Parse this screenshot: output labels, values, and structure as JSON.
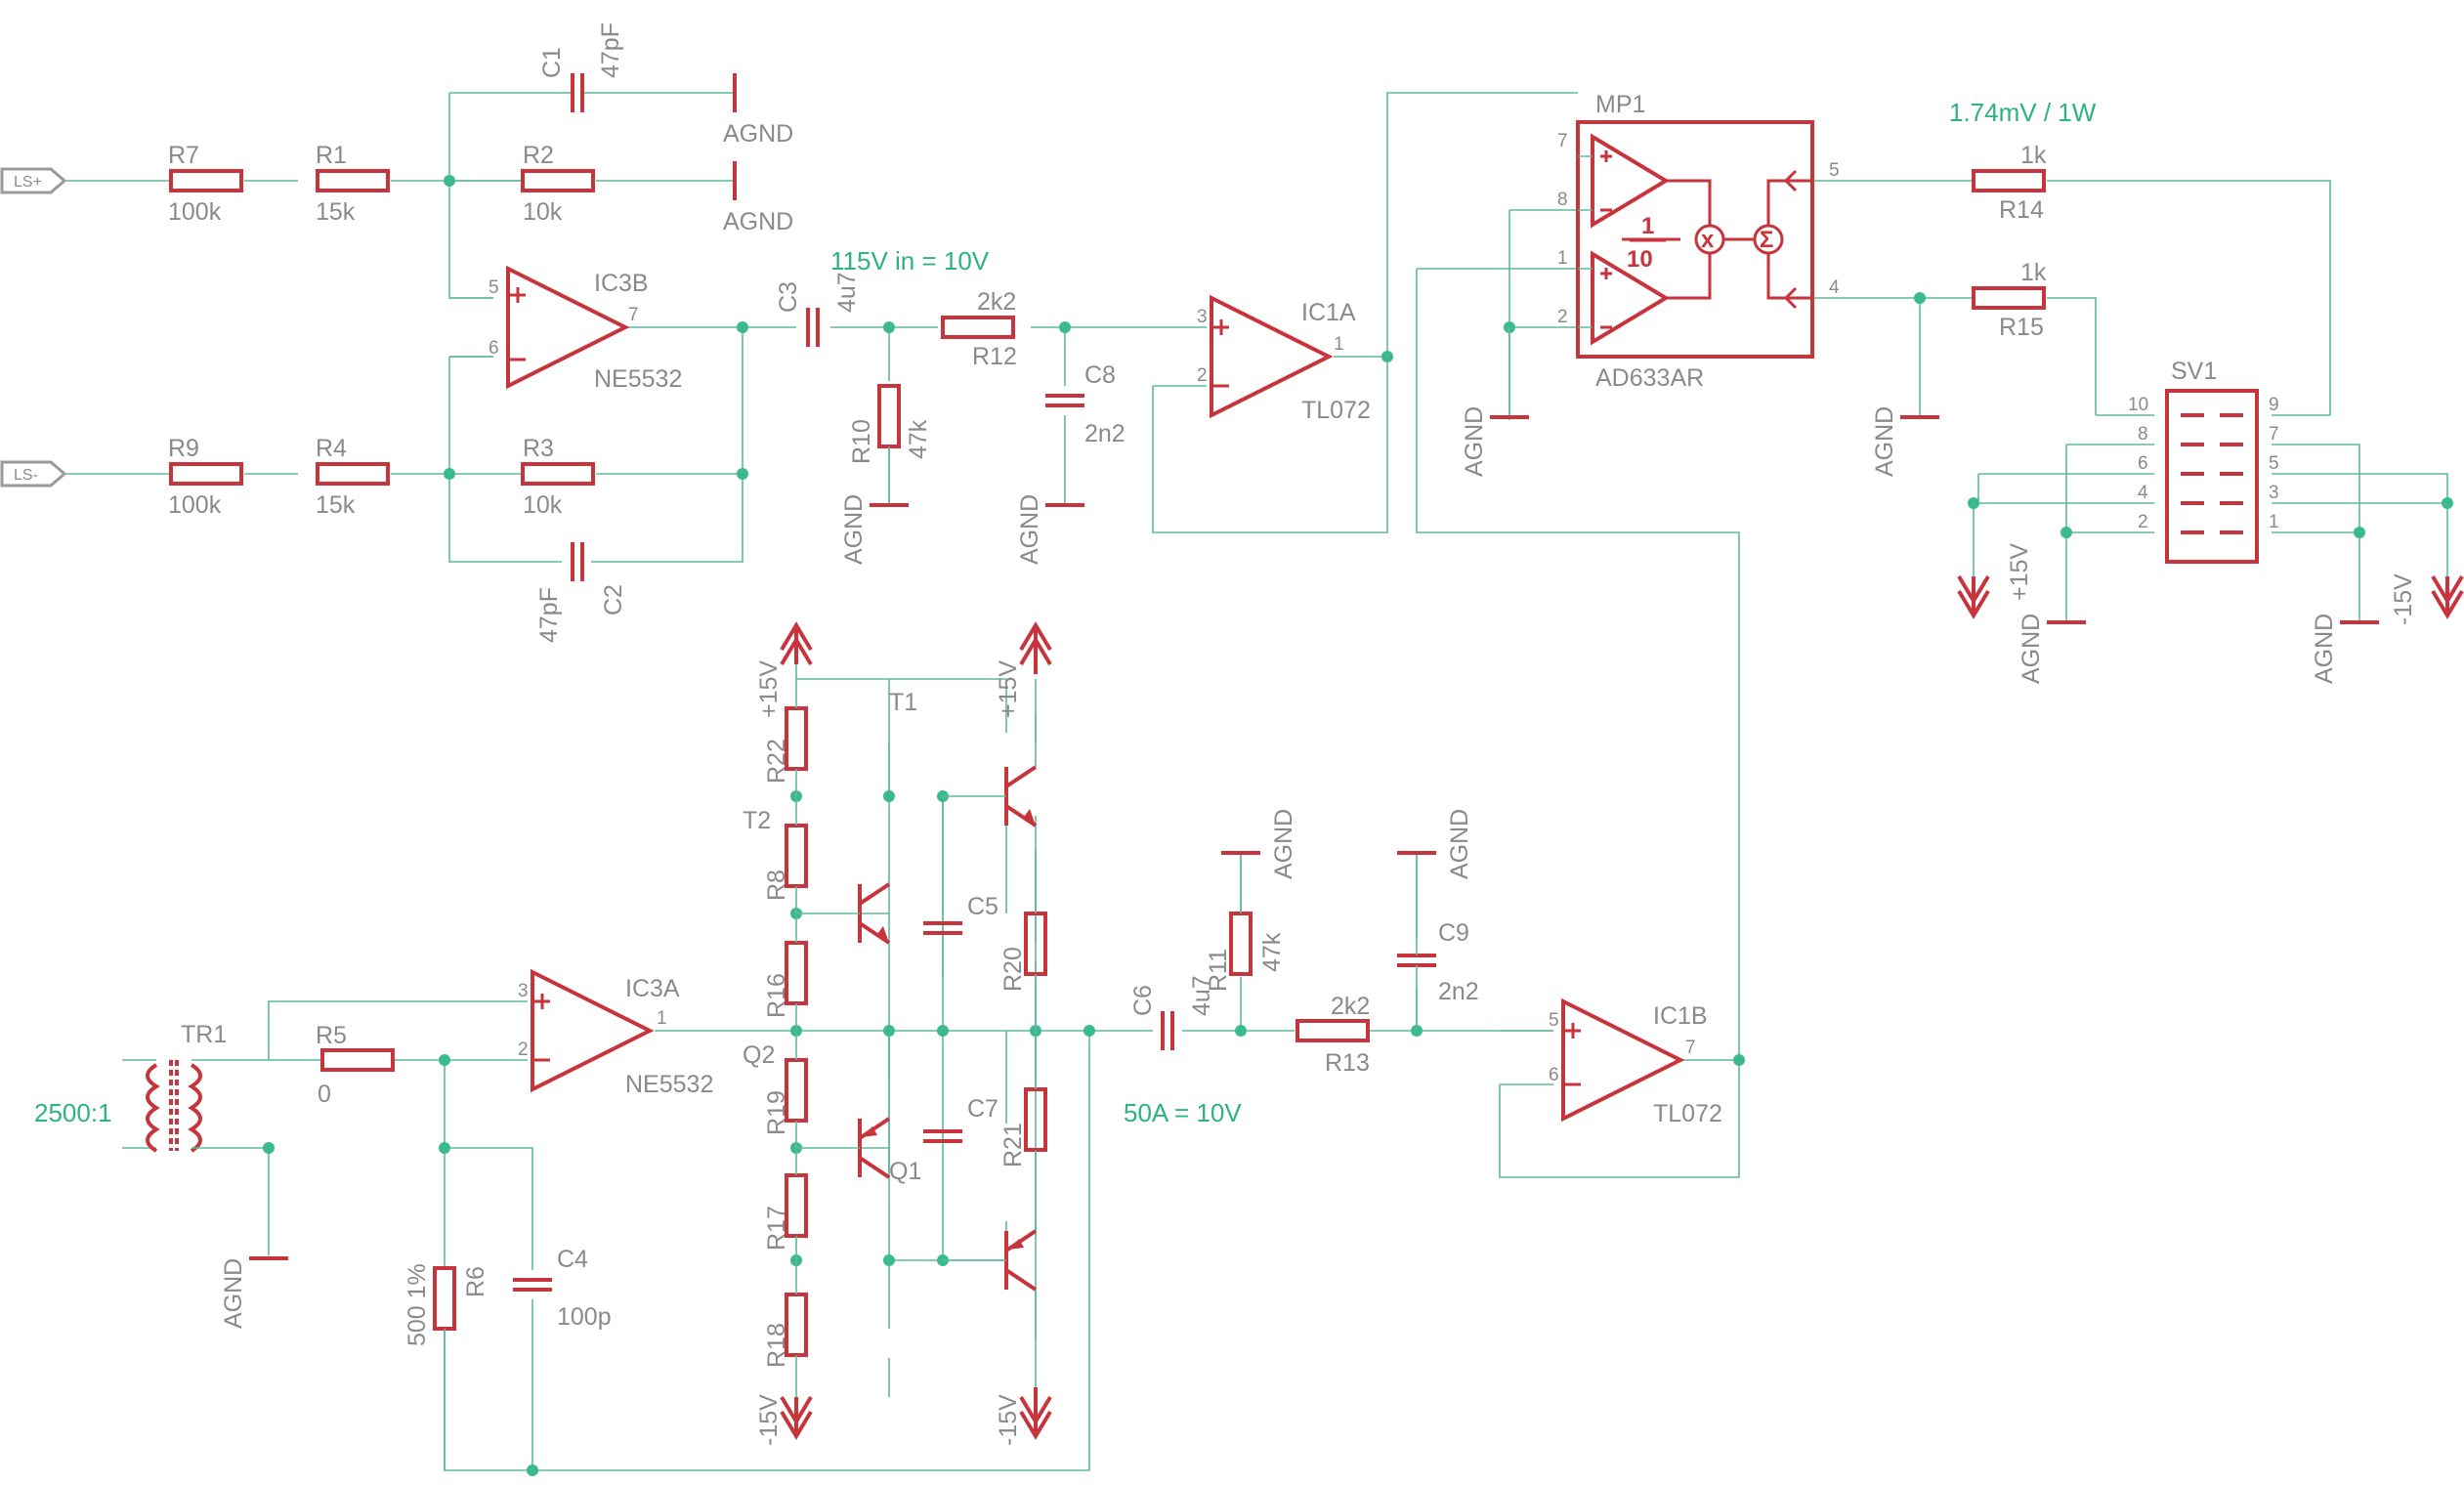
{
  "colors": {
    "wire": "#5fb8a0",
    "symbol": "#c8343b",
    "label": "#8a8a8a",
    "annotation": "#2db37e"
  },
  "annotations": {
    "input_scaling": "115V in = 10V",
    "output_scaling": "1.74mV / 1W",
    "current_scaling": "50A = 10V",
    "transformer_ratio": "2500:1"
  },
  "ports": {
    "ls_plus": "LS+",
    "ls_minus": "LS-"
  },
  "resistors": {
    "R7": {
      "name": "R7",
      "value": "100k"
    },
    "R1": {
      "name": "R1",
      "value": "15k"
    },
    "R2": {
      "name": "R2",
      "value": "10k"
    },
    "R9": {
      "name": "R9",
      "value": "100k"
    },
    "R4": {
      "name": "R4",
      "value": "15k"
    },
    "R3": {
      "name": "R3",
      "value": "10k"
    },
    "R12": {
      "name": "R12",
      "value": "2k2"
    },
    "R10": {
      "name": "R10",
      "value": "47k"
    },
    "R14": {
      "name": "R14",
      "value": "1k"
    },
    "R15": {
      "name": "R15",
      "value": "1k"
    },
    "R5": {
      "name": "R5",
      "value": "0"
    },
    "R6": {
      "name": "R6",
      "value": "500 1%"
    },
    "R22": {
      "name": "R22"
    },
    "R8": {
      "name": "R8"
    },
    "R16": {
      "name": "R16"
    },
    "R19": {
      "name": "R19"
    },
    "R17": {
      "name": "R17"
    },
    "R18": {
      "name": "R18"
    },
    "R20": {
      "name": "R20"
    },
    "R21": {
      "name": "R21"
    },
    "R11": {
      "name": "R11",
      "value": "47k"
    },
    "R13": {
      "name": "R13",
      "value": "2k2"
    }
  },
  "capacitors": {
    "C1": {
      "name": "C1",
      "value": "47pF"
    },
    "C2": {
      "name": "C2",
      "value": "47pF"
    },
    "C3": {
      "name": "C3",
      "value": "4u7"
    },
    "C8": {
      "name": "C8",
      "value": "2n2"
    },
    "C4": {
      "name": "C4",
      "value": "100p"
    },
    "C5": {
      "name": "C5"
    },
    "C7": {
      "name": "C7"
    },
    "C6": {
      "name": "C6",
      "value": "4u7"
    },
    "C9": {
      "name": "C9",
      "value": "2n2"
    }
  },
  "opamps": {
    "IC3B": {
      "name": "IC3B",
      "value": "NE5532"
    },
    "IC1A": {
      "name": "IC1A",
      "value": "TL072"
    },
    "IC3A": {
      "name": "IC3A",
      "value": "NE5532"
    },
    "IC1B": {
      "name": "IC1B",
      "value": "TL072"
    }
  },
  "multiplier": {
    "name": "MP1",
    "value": "AD633AR",
    "gain_num": "1",
    "gain_den": "10",
    "multiply_symbol": "x",
    "sum_symbol": "Σ"
  },
  "transistors": {
    "T1": "T1",
    "T2": "T2",
    "Q1": "Q1",
    "Q2": "Q2"
  },
  "transformer": {
    "name": "TR1"
  },
  "connector": {
    "name": "SV1",
    "left_pins": [
      "10",
      "8",
      "6",
      "4",
      "2"
    ],
    "right_pins": [
      "9",
      "7",
      "5",
      "3",
      "1"
    ]
  },
  "supplies": {
    "agnd": "AGND",
    "pos": "+15V",
    "neg": "-15V"
  },
  "pins": {
    "ic3b_5": "5",
    "ic3b_6": "6",
    "ic3b_7": "7",
    "ic1a_3": "3",
    "ic1a_2": "2",
    "ic1a_1": "1",
    "ic3a_3": "3",
    "ic3a_2": "2",
    "ic3a_1": "1",
    "ic1b_5": "5",
    "ic1b_6": "6",
    "ic1b_7": "7",
    "mp1_7": "7",
    "mp1_8": "8",
    "mp1_1": "1",
    "mp1_2": "2",
    "mp1_5": "5",
    "mp1_4": "4"
  }
}
